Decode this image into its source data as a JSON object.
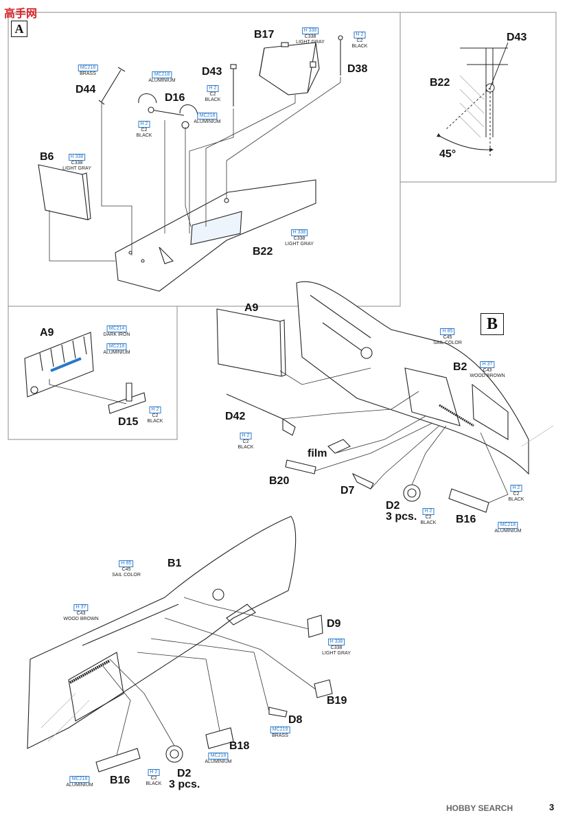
{
  "watermark_top": "高手网",
  "watermark_bottom": "HOBBY SEARCH",
  "page_number": "3",
  "steps": {
    "a": "A",
    "b": "B"
  },
  "colors": {
    "ink": "#111111",
    "code_blue": "#2a78c8",
    "watermark_red": "#d8262a"
  },
  "part_labels": {
    "B17": "B17",
    "D38": "D38",
    "D43": "D43",
    "D44": "D44",
    "D16": "D16",
    "B6": "B6",
    "B22": "B22",
    "D43_detail": "D43",
    "B22_detail": "B22",
    "angle": "45°",
    "A9_small": "A9",
    "D15": "D15",
    "A9_large": "A9",
    "B2": "B2",
    "D42": "D42",
    "film": "film",
    "B20": "B20",
    "D7": "D7",
    "D2_top": "D2",
    "D2_top_qty": "3 pcs.",
    "B16_top": "B16",
    "B1": "B1",
    "D9": "D9",
    "B19": "B19",
    "D8": "D8",
    "B18": "B18",
    "B16_bottom": "B16",
    "D2_bottom": "D2",
    "D2_bottom_qty": "3 pcs."
  },
  "paint_calls": [
    {
      "code": "H 338",
      "mc": "C338",
      "name": "LIGHT GRAY"
    },
    {
      "code": "H 2",
      "mc": "C2",
      "name": "BLACK"
    },
    {
      "code": "MC218",
      "mc": "",
      "name": "BRASS"
    },
    {
      "code": "MC218",
      "mc": "",
      "name": "ALUMINIUM"
    },
    {
      "code": "H 2",
      "mc": "C2",
      "name": "BLACK"
    },
    {
      "code": "MC218",
      "mc": "",
      "name": "ALUMINIUM"
    },
    {
      "code": "H 2",
      "mc": "C2",
      "name": "BLACK"
    },
    {
      "code": "H 338",
      "mc": "C338",
      "name": "LIGHT GRAY"
    },
    {
      "code": "H 338",
      "mc": "C338",
      "name": "LIGHT GRAY"
    },
    {
      "code": "MC214",
      "mc": "",
      "name": "DARK IRON"
    },
    {
      "code": "MC218",
      "mc": "",
      "name": "ALUMINIUM"
    },
    {
      "code": "H 2",
      "mc": "C2",
      "name": "BLACK"
    },
    {
      "code": "H 85",
      "mc": "C45",
      "name": "SAIL COLOR"
    },
    {
      "code": "H 37",
      "mc": "C43",
      "name": "WOOD BROWN"
    },
    {
      "code": "H 2",
      "mc": "C2",
      "name": "BLACK"
    },
    {
      "code": "H 2",
      "mc": "C2",
      "name": "BLACK"
    },
    {
      "code": "H 2",
      "mc": "C2",
      "name": "BLACK"
    },
    {
      "code": "MC218",
      "mc": "",
      "name": "ALUMINIUM"
    },
    {
      "code": "H 85",
      "mc": "C45",
      "name": "SAIL COLOR"
    },
    {
      "code": "H 37",
      "mc": "C43",
      "name": "WOOD BROWN"
    },
    {
      "code": "H 338",
      "mc": "C338",
      "name": "LIGHT GRAY"
    },
    {
      "code": "MC219",
      "mc": "",
      "name": "BRASS"
    },
    {
      "code": "MC218",
      "mc": "",
      "name": "ALUMINIUM"
    },
    {
      "code": "MC218",
      "mc": "",
      "name": "ALUMINIUM"
    },
    {
      "code": "H 2",
      "mc": "C2",
      "name": "BLACK"
    }
  ]
}
